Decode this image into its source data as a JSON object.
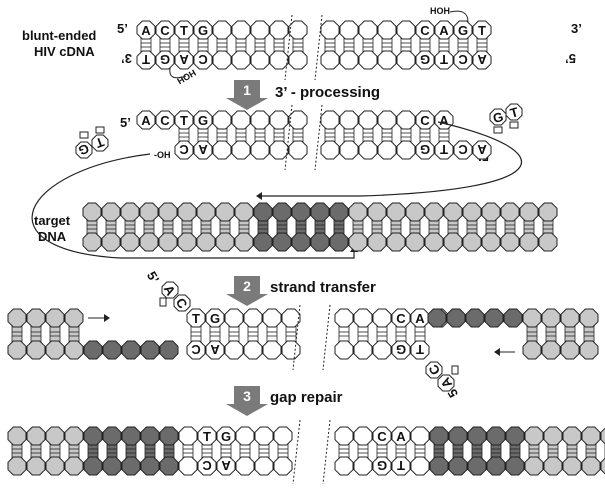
{
  "labels": {
    "cdna_line1": "blunt-ended",
    "cdna_line2": "HIV cDNA",
    "target_line1": "target",
    "target_line2": "DNA",
    "five_prime": "5’",
    "three_prime": "3’",
    "oh": "-OH",
    "hoh": "HOH"
  },
  "steps": [
    {
      "num": "1",
      "label": "3’ - processing"
    },
    {
      "num": "2",
      "label": "strand transfer"
    },
    {
      "num": "3",
      "label": "gap repair"
    }
  ],
  "bases": {
    "left_top": [
      "A",
      "C",
      "T",
      "G"
    ],
    "left_bottom": [
      "T",
      "G",
      "A",
      "C"
    ],
    "right_top": [
      "C",
      "A",
      "G",
      "T"
    ],
    "right_bottom": [
      "G",
      "T",
      "C",
      "A"
    ],
    "dinuc_left": [
      "G",
      "T"
    ],
    "dinuc_right": [
      "G",
      "T"
    ]
  },
  "colors": {
    "cdna": "#ffffff",
    "target": "#c8c8c8",
    "target_dark": "#6b6b6b",
    "arrow": "#7a7a7a"
  }
}
